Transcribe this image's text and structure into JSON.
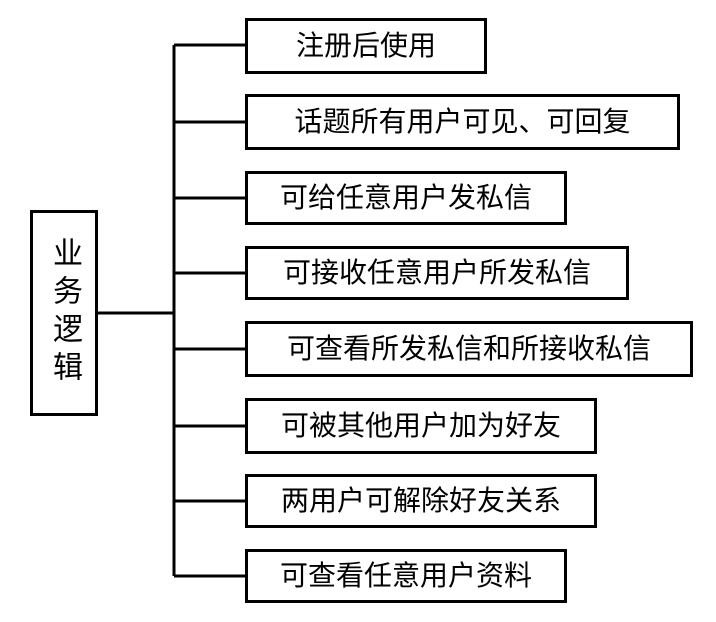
{
  "root": {
    "label": "业务逻辑"
  },
  "branches": [
    "注册后使用",
    "话题所有用户可见、可回复",
    "可给任意用户发私信",
    "可接收任意用户所发私信",
    "可查看所发私信和所接收私信",
    "可被其他用户加为好友",
    "两用户可解除好友关系",
    "可查看任意用户资料"
  ]
}
